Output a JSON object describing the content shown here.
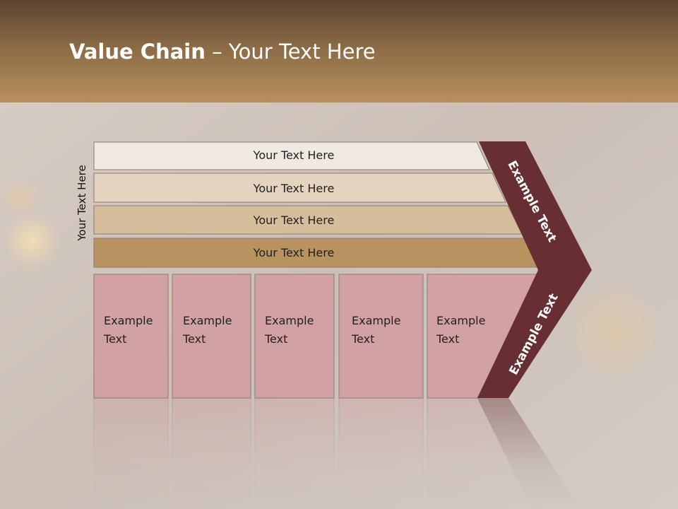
{
  "slide": {
    "title_bold": "Value Chain",
    "title_rest": " – Your Text Here",
    "vertical_label": "Your Text Here",
    "bars": [
      {
        "label": "Your Text Here",
        "fill": "#efe9e1"
      },
      {
        "label": "Your Text Here",
        "fill": "#e3d3bf"
      },
      {
        "label": "Your Text Here",
        "fill": "#d6bd9c"
      },
      {
        "label": "Your Text Here",
        "fill": "#b8935f"
      }
    ],
    "boxes": [
      {
        "line1": "Example",
        "line2": "Text"
      },
      {
        "line1": "Example",
        "line2": "Text"
      },
      {
        "line1": "Example",
        "line2": "Text"
      },
      {
        "line1": "Example",
        "line2": "Text"
      },
      {
        "line1": "Example",
        "line2": "Text"
      }
    ],
    "chevron_upper": "Example Text",
    "chevron_lower": "Example Text"
  },
  "colors": {
    "box_fill": "#d2a1a3",
    "box_stroke": "#8a7a78",
    "chevron_fill": "#672f33",
    "header_gradient": [
      "#5a4530",
      "#b8915d"
    ]
  }
}
